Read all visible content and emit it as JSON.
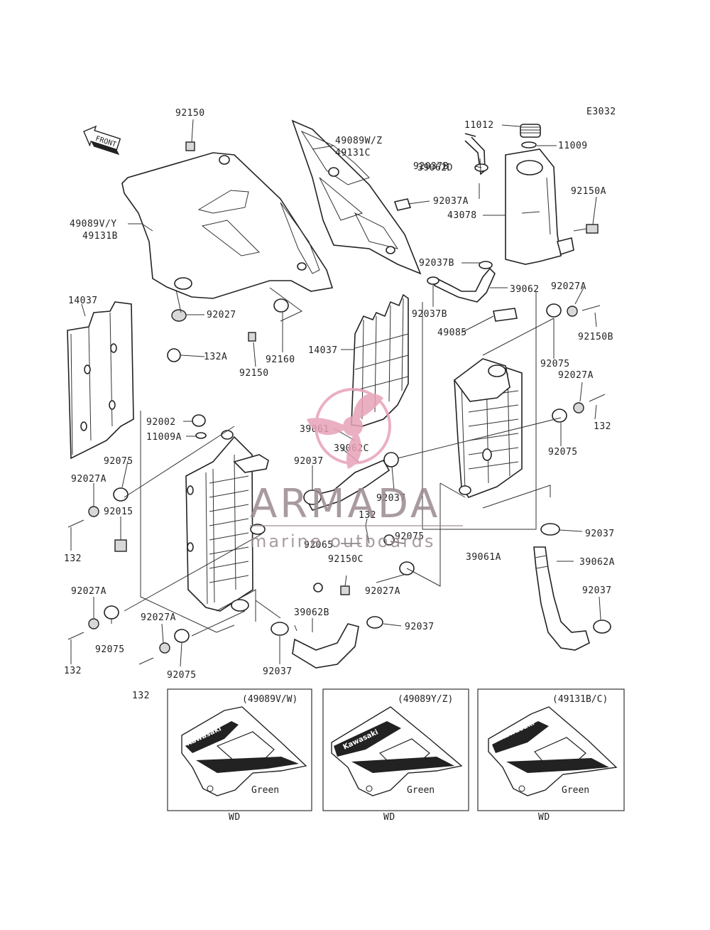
{
  "diagram_code": "E3032",
  "direction_label": "FRONT",
  "watermark": {
    "brand": "ARMADA",
    "tagline": "marine outboards",
    "accent_color": "#e8a2b8",
    "text_color": "#9a8a8e"
  },
  "labels": {
    "l_92150_top": "92150",
    "l_49089wz": "49089W/Z",
    "l_49131c": "49131C",
    "l_11012": "11012",
    "l_11009_top": "11009",
    "l_39062d": "39062D",
    "l_92037b_1": "92037B",
    "l_92037a": "92037A",
    "l_43078": "43078",
    "l_92150a": "92150A",
    "l_49089vy": "49089V/Y",
    "l_49131b": "49131B",
    "l_92037b_2": "92037B",
    "l_39062": "39062",
    "l_92037b_3": "92037B",
    "l_92027a_1": "92027A",
    "l_92150b": "92150B",
    "l_14037_left": "14037",
    "l_92027": "92027",
    "l_132a": "132A",
    "l_92160": "92160",
    "l_92150_mid": "92150",
    "l_49085": "49085",
    "l_92075_1": "92075",
    "l_92027a_2": "92027A",
    "l_14037_mid": "14037",
    "l_132_1": "132",
    "l_92002": "92002",
    "l_11009a": "11009A",
    "l_39061": "39061",
    "l_39062c": "39062C",
    "l_92075_2": "92075",
    "l_92075_3": "92075",
    "l_92037_1": "92037",
    "l_92027a_3": "92027A",
    "l_92015": "92015",
    "l_92037_2": "92037",
    "l_132_2": "132",
    "l_92037_3": "92037",
    "l_132_3": "132",
    "l_92065": "92065",
    "l_92075_4": "92075",
    "l_39061a": "39061A",
    "l_39062a": "39062A",
    "l_92150c": "92150C",
    "l_92027a_4": "92027A",
    "l_92027a_5": "92027A",
    "l_92037_4": "92037",
    "l_92075_5": "92075",
    "l_39062b": "39062B",
    "l_92037_5": "92037",
    "l_132_4": "132",
    "l_92027a_6": "92027A",
    "l_92075_6": "92075",
    "l_92037_6": "92037",
    "l_132_5": "132"
  },
  "variant_boxes": [
    {
      "code": "(49089V/W)",
      "color": "Green",
      "note": "WD",
      "decal": "Kawasaki"
    },
    {
      "code": "(49089Y/Z)",
      "color": "Green",
      "note": "WD",
      "decal": "Kawasaki"
    },
    {
      "code": "(49131B/C)",
      "color": "Green",
      "note": "WD",
      "decal": "Kawasaki"
    }
  ]
}
